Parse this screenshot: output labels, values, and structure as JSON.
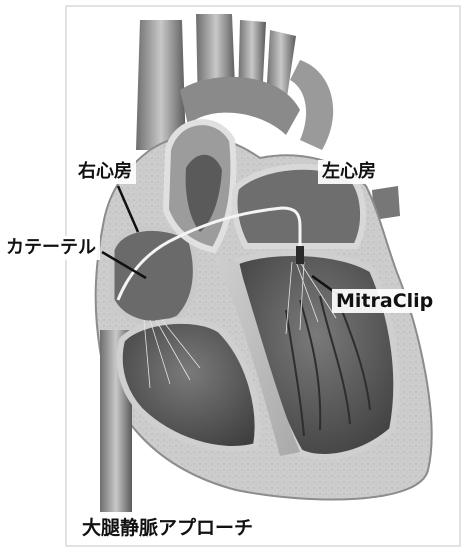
{
  "labels": {
    "right_atrium": "右心房",
    "left_atrium": "左心房",
    "catheter": "カテーテル",
    "device": "MitraClip",
    "approach": "大腿静脈アプローチ"
  },
  "colors": {
    "background": "#ffffff",
    "frame": "#d9d9d9",
    "tissue_dark": "#555555",
    "tissue_mid": "#9a9a9a",
    "tissue_light": "#d7d7d7",
    "wall": "#bdbdbd"
  }
}
